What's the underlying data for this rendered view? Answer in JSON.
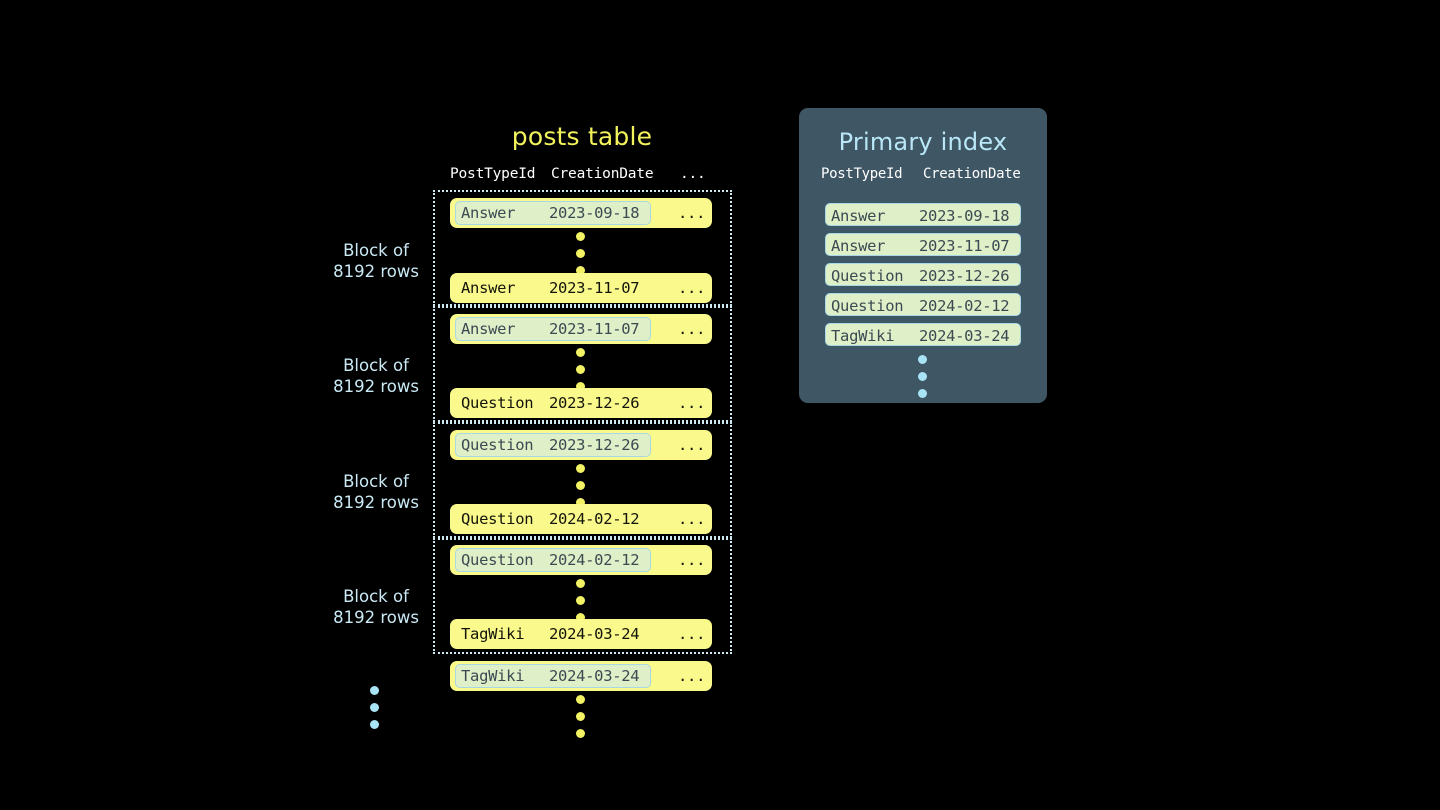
{
  "posts_table": {
    "title": "posts table",
    "columns": [
      "PostTypeId",
      "CreationDate",
      "..."
    ],
    "block_label_line1": "Block of",
    "block_label_line2": "8192 rows",
    "ellipsis": "...",
    "blocks": [
      {
        "label_line1": "Block of",
        "label_line2": "8192 rows",
        "first_row": {
          "post_type_id": "Answer",
          "creation_date": "2023-09-18",
          "rest": "...",
          "is_index_mark": true
        },
        "last_row": {
          "post_type_id": "Answer",
          "creation_date": "2023-11-07",
          "rest": "...",
          "is_index_mark": false
        }
      },
      {
        "label_line1": "Block of",
        "label_line2": "8192 rows",
        "first_row": {
          "post_type_id": "Answer",
          "creation_date": "2023-11-07",
          "rest": "...",
          "is_index_mark": true
        },
        "last_row": {
          "post_type_id": "Question",
          "creation_date": "2023-12-26",
          "rest": "...",
          "is_index_mark": false
        }
      },
      {
        "label_line1": "Block of",
        "label_line2": "8192 rows",
        "first_row": {
          "post_type_id": "Question",
          "creation_date": "2023-12-26",
          "rest": "...",
          "is_index_mark": true
        },
        "last_row": {
          "post_type_id": "Question",
          "creation_date": "2024-02-12",
          "rest": "...",
          "is_index_mark": false
        }
      },
      {
        "label_line1": "Block of",
        "label_line2": "8192 rows",
        "first_row": {
          "post_type_id": "Question",
          "creation_date": "2024-02-12",
          "rest": "...",
          "is_index_mark": true
        },
        "last_row": {
          "post_type_id": "TagWiki",
          "creation_date": "2024-03-24",
          "rest": "...",
          "is_index_mark": false
        }
      }
    ],
    "trailing_row": {
      "post_type_id": "TagWiki",
      "creation_date": "2024-03-24",
      "rest": "...",
      "is_index_mark": true
    }
  },
  "primary_index": {
    "title": "Primary index",
    "columns": [
      "PostTypeId",
      "CreationDate"
    ],
    "rows": [
      {
        "post_type_id": "Answer",
        "creation_date": "2023-09-18"
      },
      {
        "post_type_id": "Answer",
        "creation_date": "2023-11-07"
      },
      {
        "post_type_id": "Question",
        "creation_date": "2023-12-26"
      },
      {
        "post_type_id": "Question",
        "creation_date": "2024-02-12"
      },
      {
        "post_type_id": "TagWiki",
        "creation_date": "2024-03-24"
      }
    ]
  },
  "colors": {
    "background": "#000000",
    "row_yellow": "#F9F98C",
    "mark_green": "#DFF0C8",
    "mark_border_blue": "#A8D8E6",
    "block_border": "#CFE9F2",
    "title_yellow": "#F2F25C",
    "index_panel": "#3F5664",
    "index_title_blue": "#B9E7F7",
    "label_blue": "#C9E9F5",
    "dot_yellow": "#F2F264",
    "dot_blue": "#A8E4F5"
  }
}
